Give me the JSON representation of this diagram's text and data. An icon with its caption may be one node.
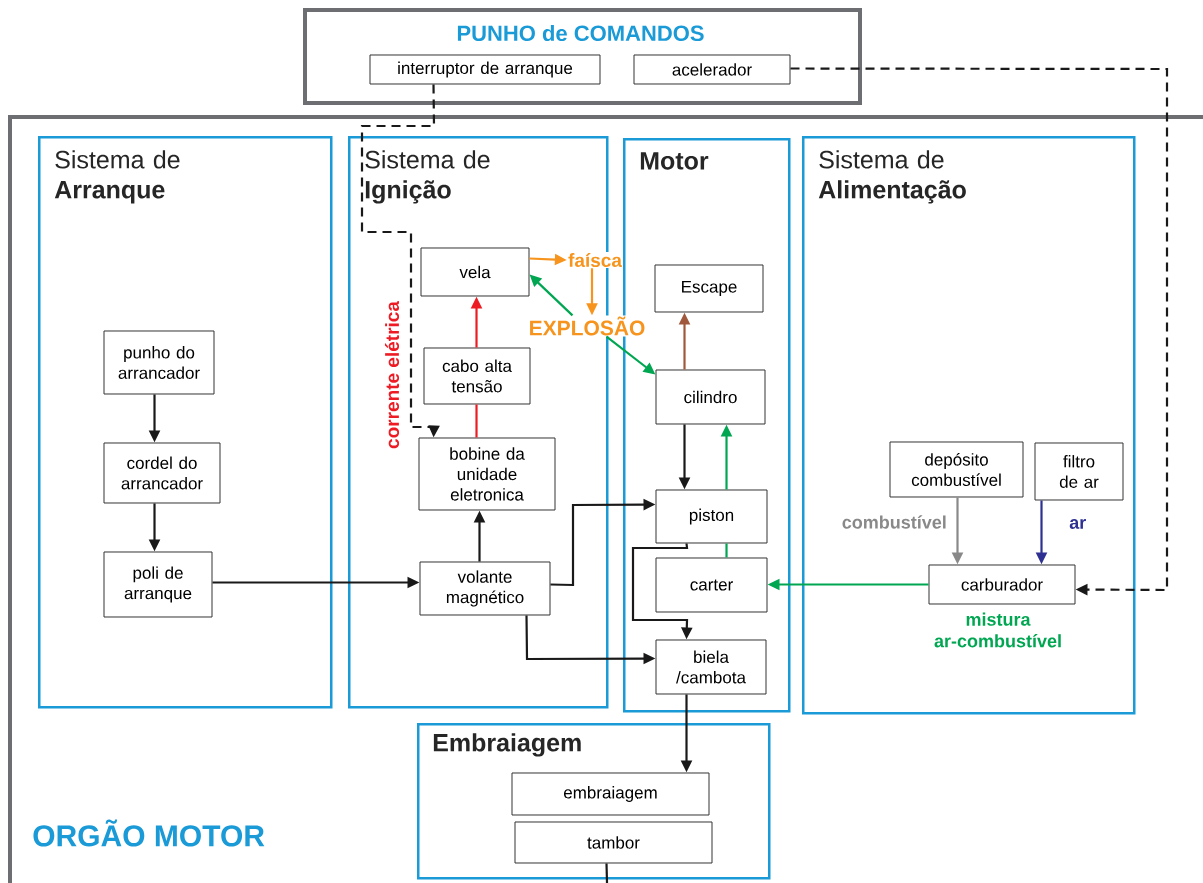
{
  "diagram": {
    "nodes": [
      {
        "text": [
          "PUNHO de COMANDOS"
        ]
      },
      {
        "text": [
          "interruptor de arranque"
        ],
        "in": 0
      },
      {
        "text": [
          "acelerador"
        ],
        "in": 0
      },
      {
        "text": [
          "ORGÃO MOTOR"
        ]
      },
      {
        "text": [
          "Sistema de **Arranque**"
        ],
        "in": 3
      },
      {
        "text": [
          "punho do arrancador"
        ],
        "in": 4
      },
      {
        "text": [
          "cordel do arrancador"
        ],
        "in": 4
      },
      {
        "text": [
          "poli de arranque"
        ],
        "in": 4
      },
      {
        "text": [
          "Sistema de **Ignição**"
        ],
        "in": 3
      },
      {
        "text": [
          "vela"
        ],
        "in": 8
      },
      {
        "text": [
          "cabo alta tensão"
        ],
        "in": 8
      },
      {
        "text": [
          "bobine da unidade eletronica"
        ],
        "in": 8
      },
      {
        "text": [
          "volante magnético"
        ],
        "in": 8
      },
      {
        "text": [
          "Motor"
        ],
        "in": 3
      },
      {
        "text": [
          "Escape"
        ],
        "in": 13
      },
      {
        "text": [
          "cilindro"
        ],
        "in": 13
      },
      {
        "text": [
          "piston"
        ],
        "in": 13
      },
      {
        "text": [
          "carter"
        ],
        "in": 13
      },
      {
        "text": [
          "biela /cambota"
        ],
        "in": 13
      },
      {
        "text": [
          "Sistema de **Alimentação**"
        ],
        "in": 3
      },
      {
        "text": [
          "depósito combustível"
        ],
        "in": 19
      },
      {
        "text": [
          "filtro de ar"
        ],
        "in": 19
      },
      {
        "text": [
          "carburador"
        ],
        "in": 19
      },
      {
        "text": [
          "Embraiagem"
        ],
        "in": 3
      },
      {
        "text": [
          "embraiagem"
        ],
        "in": 23
      },
      {
        "text": [
          "tambor"
        ],
        "in": 23
      },
      {
        "text": [
          "faísca"
        ],
        "in": 3
      },
      {
        "text": [
          "EXPLOSÃO"
        ],
        "in": 3
      }
    ],
    "edges": [
      {
        "from": 1,
        "to": 11,
        "arrow": "to",
        "style": "dashed"
      },
      {
        "from": 2,
        "to": 22,
        "arrow": "to",
        "style": "dashed"
      },
      {
        "from": 5,
        "to": 6,
        "arrow": "to"
      },
      {
        "from": 6,
        "to": 7,
        "arrow": "to"
      },
      {
        "from": 7,
        "to": 12,
        "arrow": "to"
      },
      {
        "from": 12,
        "to": 11,
        "arrow": "to"
      },
      {
        "from": 11,
        "to": 10,
        "arrow": "none",
        "color": "#ed1c24"
      },
      {
        "from": 10,
        "to": 9,
        "arrow": "to",
        "color": "#ed1c24"
      },
      {
        "from": 9,
        "to": 26,
        "arrow": "to",
        "color": "#f7941d"
      },
      {
        "from": 26,
        "to": 27,
        "arrow": "to",
        "color": "#f7941d"
      },
      {
        "from": 27,
        "to": 9,
        "arrow": "to",
        "color": "#00a651"
      },
      {
        "from": 27,
        "to": 15,
        "arrow": "to",
        "color": "#00a651"
      },
      {
        "from": 15,
        "to": 14,
        "arrow": "to",
        "color": "#a0583c"
      },
      {
        "from": 15,
        "to": 16,
        "arrow": "to"
      },
      {
        "from": 17,
        "to": 16,
        "arrow": "none",
        "color": "#00a651"
      },
      {
        "from": 16,
        "to": 15,
        "arrow": "to",
        "color": "#00a651"
      },
      {
        "from": 12,
        "to": 16,
        "arrow": "to"
      },
      {
        "from": 12,
        "to": 18,
        "arrow": "to"
      },
      {
        "from": 16,
        "to": 18,
        "arrow": "to"
      },
      {
        "from": 22,
        "to": 17,
        "arrow": "to",
        "color": "#00a651",
        "label": "mistura ar-combustível"
      },
      {
        "from": 20,
        "to": 22,
        "arrow": "to",
        "color": "#898989",
        "label": "combustível"
      },
      {
        "from": 21,
        "to": 22,
        "arrow": "to",
        "color": "#2e3192",
        "label": "ar"
      },
      {
        "from": 18,
        "to": 24,
        "arrow": "to"
      },
      {
        "from": 25,
        "to": null,
        "arrow": "none"
      }
    ],
    "labels": [
      "corrente elétrica"
    ]
  }
}
